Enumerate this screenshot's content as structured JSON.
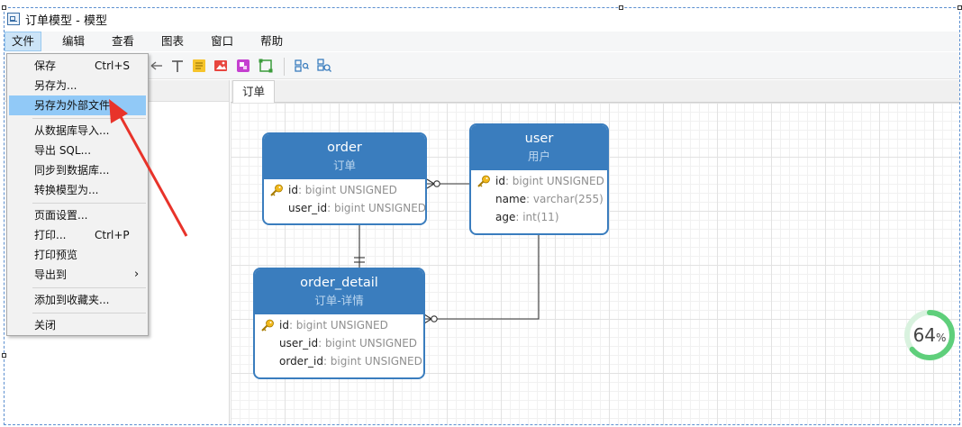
{
  "window": {
    "title": "订单模型 - 模型"
  },
  "menubar": {
    "items": [
      "文件",
      "编辑",
      "查看",
      "图表",
      "窗口",
      "帮助"
    ]
  },
  "file_menu": {
    "items": [
      {
        "label": "保存",
        "shortcut": "Ctrl+S"
      },
      {
        "label": "另存为..."
      },
      {
        "label": "另存为外部文件...",
        "highlighted": true
      },
      {
        "label": "从数据库导入..."
      },
      {
        "label": "导出 SQL..."
      },
      {
        "label": "同步到数据库..."
      },
      {
        "label": "转换模型为..."
      },
      {
        "label": "页面设置..."
      },
      {
        "label": "打印...",
        "shortcut": "Ctrl+P"
      },
      {
        "label": "打印预览"
      },
      {
        "label": "导出到",
        "submenu": true,
        "arrow": "›"
      },
      {
        "label": "添加到收藏夹..."
      },
      {
        "label": "关闭"
      }
    ]
  },
  "tabs": [
    {
      "label": "订单"
    }
  ],
  "entities": {
    "order": {
      "name": "order",
      "alias": "订单",
      "fields": [
        {
          "name": "id",
          "type": ": bigint UNSIGNED",
          "primary_key": true
        },
        {
          "name": "user_id",
          "type": ": bigint UNSIGNED"
        }
      ]
    },
    "user": {
      "name": "user",
      "alias": "用户",
      "fields": [
        {
          "name": "id",
          "type": ": bigint UNSIGNED",
          "primary_key": true
        },
        {
          "name": "name",
          "type": ": varchar(255)"
        },
        {
          "name": "age",
          "type": ": int(11)"
        }
      ]
    },
    "order_detail": {
      "name": "order_detail",
      "alias": "订单-详情",
      "fields": [
        {
          "name": "id",
          "type": ": bigint UNSIGNED",
          "primary_key": true
        },
        {
          "name": "user_id",
          "type": ": bigint UNSIGNED"
        },
        {
          "name": "order_id",
          "type": ": bigint UNSIGNED"
        }
      ]
    }
  },
  "progress": {
    "value": "64",
    "unit": "%",
    "fraction": 0.64
  },
  "colors": {
    "entity_header": "#3a7dbe",
    "menu_highlight": "#91c9f7",
    "annotation_arrow": "#e8332a",
    "progress_ring": "#5fcf7b"
  }
}
